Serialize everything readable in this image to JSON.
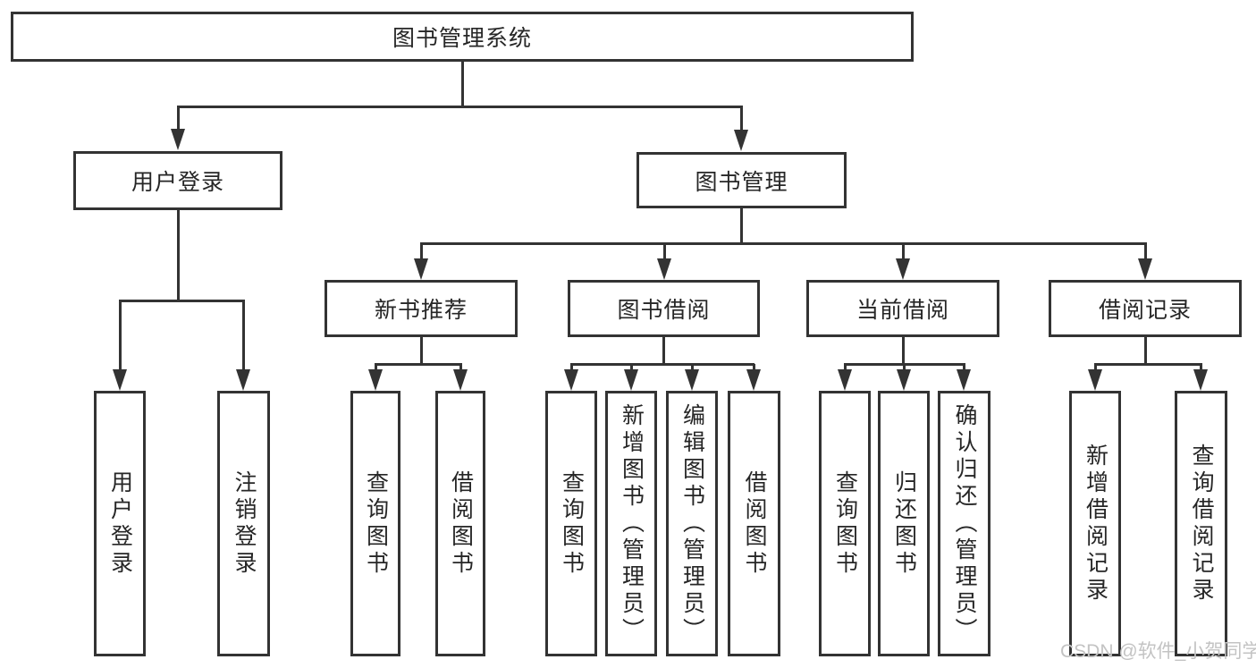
{
  "diagram": {
    "tree": {
      "label": "图书管理系统",
      "children": [
        {
          "label": "用户登录",
          "children": [
            {
              "label": "用户登录"
            },
            {
              "label": "注销登录"
            }
          ]
        },
        {
          "label": "图书管理",
          "children": [
            {
              "label": "新书推荐",
              "children": [
                {
                  "label": "查询图书"
                },
                {
                  "label": "借阅图书"
                }
              ]
            },
            {
              "label": "图书借阅",
              "children": [
                {
                  "label": "查询图书"
                },
                {
                  "label": "新增图书（管理员）"
                },
                {
                  "label": "编辑图书（管理员）"
                },
                {
                  "label": "借阅图书"
                }
              ]
            },
            {
              "label": "当前借阅",
              "children": [
                {
                  "label": "查询图书"
                },
                {
                  "label": "归还图书"
                },
                {
                  "label": "确认归还（管理员）"
                }
              ]
            },
            {
              "label": "借阅记录",
              "children": [
                {
                  "label": "新增借阅记录"
                },
                {
                  "label": "查询借阅记录"
                }
              ]
            }
          ]
        }
      ]
    },
    "colors": {
      "line": "#333333",
      "text": "#262626",
      "background": "#ffffff",
      "watermark_text_color": "#c3c3c3"
    }
  },
  "watermark": {
    "text": "CSDN @软件_小贺同学"
  }
}
